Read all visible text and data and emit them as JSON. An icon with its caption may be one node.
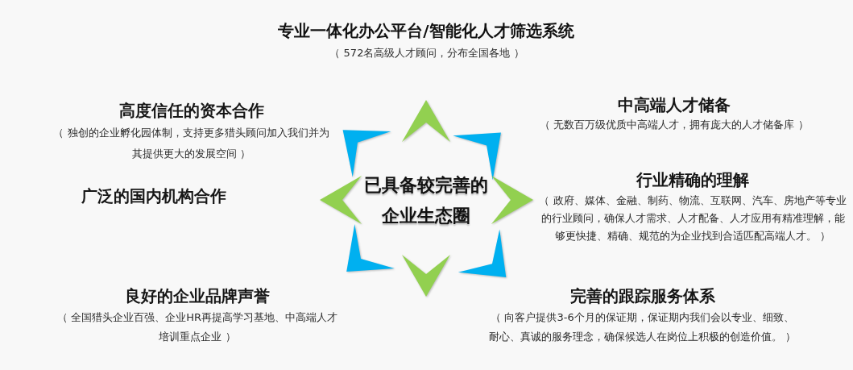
{
  "diagram": {
    "title": "专业一体化办公平台/智能化人才筛选系统",
    "labels": [
      "（ 572名高级人才顾问，分布全国各地 ）",
      "高度信任的资本合作",
      "（ 独创的企业孵化园体制，支持更多猎头顾问加入我们并为其提供更大的发展空间 ）",
      "中高端人才储备",
      "（ 无数百万级优质中高端人才，拥有庞大的人才储备库 ）",
      "广泛的国内机构合作",
      "已具备较完善的企业生态圈",
      "行业精确的理解",
      "（ 政府、媒体、金融、制药、物流、互联网、汽车、房地产等专业的行业顾问，确保人才需求、人才配备、人才应用有精准理解，能够更快捷、精确、规范的为企业找到合适匹配高端人才。 ）",
      "良好的企业品牌声誉",
      "（ 全国猎头企业百强、企业HR再提高学习基地、中高端人才培训重点企业 ）",
      "完善的跟踪服务体系",
      "（ 向客户提供3-6个月的保证期，保证期内我们会以专业、细致、耐心、真诚的服务理念，确保候选人在岗位上积极的创造价值。 ）"
    ]
  }
}
